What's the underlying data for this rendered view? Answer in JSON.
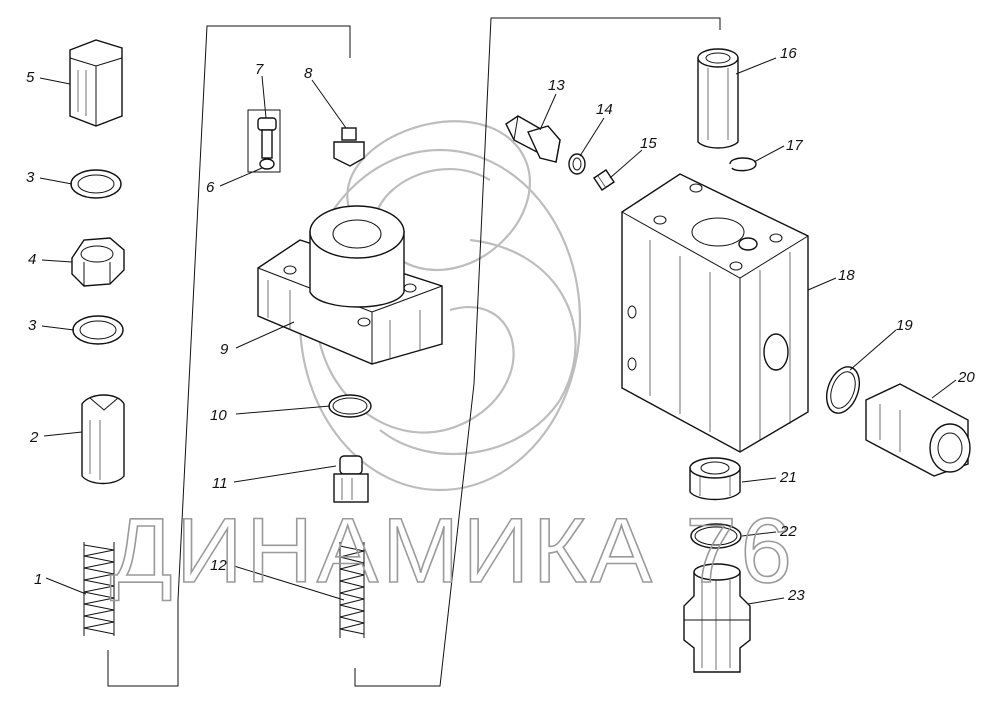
{
  "watermark": {
    "text": "ДИНАМИКА 76"
  },
  "parts": [
    {
      "id": "1",
      "name": "spring"
    },
    {
      "id": "2",
      "name": "plunger"
    },
    {
      "id": "3",
      "name": "washer"
    },
    {
      "id": "4",
      "name": "nut"
    },
    {
      "id": "5",
      "name": "cap-nut"
    },
    {
      "id": "6",
      "name": "washer-small"
    },
    {
      "id": "7",
      "name": "screw"
    },
    {
      "id": "8",
      "name": "plug"
    },
    {
      "id": "9",
      "name": "flange"
    },
    {
      "id": "10",
      "name": "o-ring"
    },
    {
      "id": "11",
      "name": "valve"
    },
    {
      "id": "12",
      "name": "spring"
    },
    {
      "id": "13",
      "name": "fitting"
    },
    {
      "id": "14",
      "name": "o-ring"
    },
    {
      "id": "15",
      "name": "plug-screw"
    },
    {
      "id": "16",
      "name": "sleeve"
    },
    {
      "id": "17",
      "name": "retaining-ring"
    },
    {
      "id": "18",
      "name": "valve-body"
    },
    {
      "id": "19",
      "name": "o-ring"
    },
    {
      "id": "20",
      "name": "union"
    },
    {
      "id": "21",
      "name": "bushing"
    },
    {
      "id": "22",
      "name": "o-ring"
    },
    {
      "id": "23",
      "name": "connector"
    }
  ]
}
